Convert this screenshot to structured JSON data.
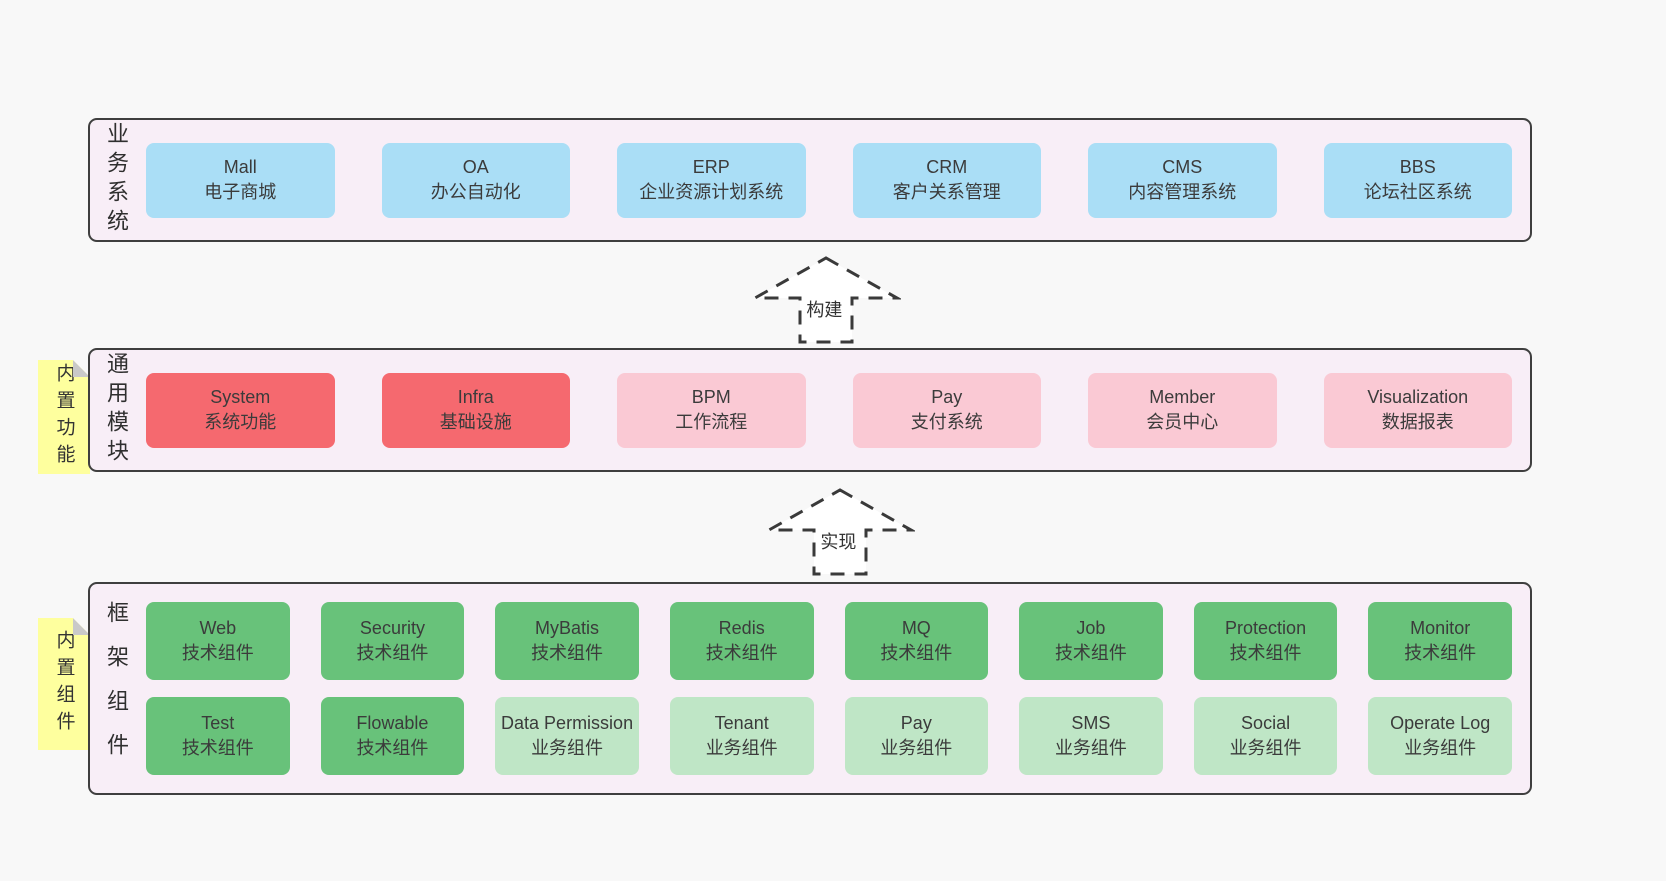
{
  "colors": {
    "page_bg": "#f8f8f8",
    "layer_bg": "#f8eef7",
    "layer_border": "#3f3f3f",
    "blue": "#aadef6",
    "red": "#f5696f",
    "pink": "#fac9d4",
    "green": "#68c27a",
    "lightgreen": "#bfe6c6",
    "note_yellow": "#feff9e",
    "note_fold": "#c9c9c9",
    "text": "#3b3b3b",
    "arrow": "#3a3a3a"
  },
  "arrows": [
    {
      "label": "构建"
    },
    {
      "label": "实现"
    }
  ],
  "notes": [
    {
      "label": "内置功能"
    },
    {
      "label": "内置组件"
    }
  ],
  "layers": [
    {
      "name": "business-systems",
      "side_label": "业务系统",
      "rows": [
        [
          {
            "title": "Mall",
            "subtitle": "电子商城",
            "type": "blue"
          },
          {
            "title": "OA",
            "subtitle": "办公自动化",
            "type": "blue"
          },
          {
            "title": "ERP",
            "subtitle": "企业资源计划系统",
            "type": "blue"
          },
          {
            "title": "CRM",
            "subtitle": "客户关系管理",
            "type": "blue"
          },
          {
            "title": "CMS",
            "subtitle": "内容管理系统",
            "type": "blue"
          },
          {
            "title": "BBS",
            "subtitle": "论坛社区系统",
            "type": "blue"
          }
        ]
      ]
    },
    {
      "name": "common-modules",
      "side_label": "通用模块",
      "rows": [
        [
          {
            "title": "System",
            "subtitle": "系统功能",
            "type": "red"
          },
          {
            "title": "Infra",
            "subtitle": "基础设施",
            "type": "red"
          },
          {
            "title": "BPM",
            "subtitle": "工作流程",
            "type": "pink"
          },
          {
            "title": "Pay",
            "subtitle": "支付系统",
            "type": "pink"
          },
          {
            "title": "Member",
            "subtitle": "会员中心",
            "type": "pink"
          },
          {
            "title": "Visualization",
            "subtitle": "数据报表",
            "type": "pink"
          }
        ]
      ]
    },
    {
      "name": "framework-components",
      "side_label": "框架组件",
      "rows": [
        [
          {
            "title": "Web",
            "subtitle": "技术组件",
            "type": "green"
          },
          {
            "title": "Security",
            "subtitle": "技术组件",
            "type": "green"
          },
          {
            "title": "MyBatis",
            "subtitle": "技术组件",
            "type": "green"
          },
          {
            "title": "Redis",
            "subtitle": "技术组件",
            "type": "green"
          },
          {
            "title": "MQ",
            "subtitle": "技术组件",
            "type": "green"
          },
          {
            "title": "Job",
            "subtitle": "技术组件",
            "type": "green"
          },
          {
            "title": "Protection",
            "subtitle": "技术组件",
            "type": "green"
          },
          {
            "title": "Monitor",
            "subtitle": "技术组件",
            "type": "green"
          }
        ],
        [
          {
            "title": "Test",
            "subtitle": "技术组件",
            "type": "green"
          },
          {
            "title": "Flowable",
            "subtitle": "技术组件",
            "type": "green"
          },
          {
            "title": "Data Permission",
            "subtitle": "业务组件",
            "type": "lightgreen"
          },
          {
            "title": "Tenant",
            "subtitle": "业务组件",
            "type": "lightgreen"
          },
          {
            "title": "Pay",
            "subtitle": "业务组件",
            "type": "lightgreen"
          },
          {
            "title": "SMS",
            "subtitle": "业务组件",
            "type": "lightgreen"
          },
          {
            "title": "Social",
            "subtitle": "业务组件",
            "type": "lightgreen"
          },
          {
            "title": "Operate Log",
            "subtitle": "业务组件",
            "type": "lightgreen"
          }
        ]
      ]
    }
  ]
}
